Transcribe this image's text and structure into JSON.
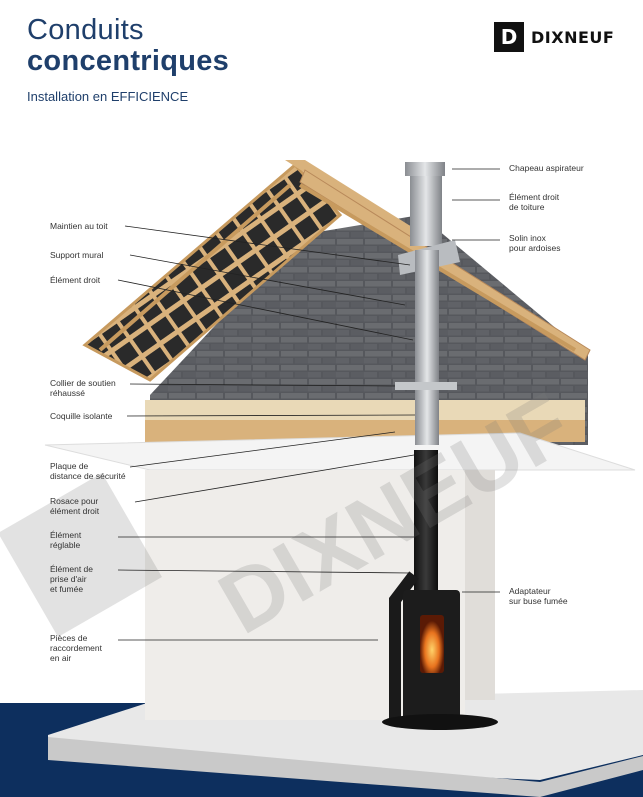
{
  "header": {
    "title_line1": "Conduits",
    "title_line2": "concentriques",
    "subtitle": "Installation en EFFICIENCE"
  },
  "brand": {
    "mark": "D",
    "name": "DIXNEUF"
  },
  "labels_left": [
    "Maintien au toit",
    "Support mural",
    "Élément droit",
    "Collier de soutien\nréhaussé",
    "Coquille isolante",
    "Plaque de\ndistance de sécurité",
    "Rosace pour\nélément droit",
    "Élément\nréglable",
    "Élément de\nprise d'air\net fumée",
    "Pièces de\nraccordement\nen air"
  ],
  "labels_right": [
    "Chapeau aspirateur",
    "Élément droit\nde toiture",
    "Solin inox\npour ardoises",
    "Adaptateur\nsur buse fumée"
  ],
  "watermark": "DIXNEUF",
  "colors": {
    "brand_blue": "#1f3f6b",
    "floor_band": "#0d2f5e",
    "stove": "#1c1c1c",
    "brick": "#4b4d52",
    "wood": "#d9b27c"
  }
}
